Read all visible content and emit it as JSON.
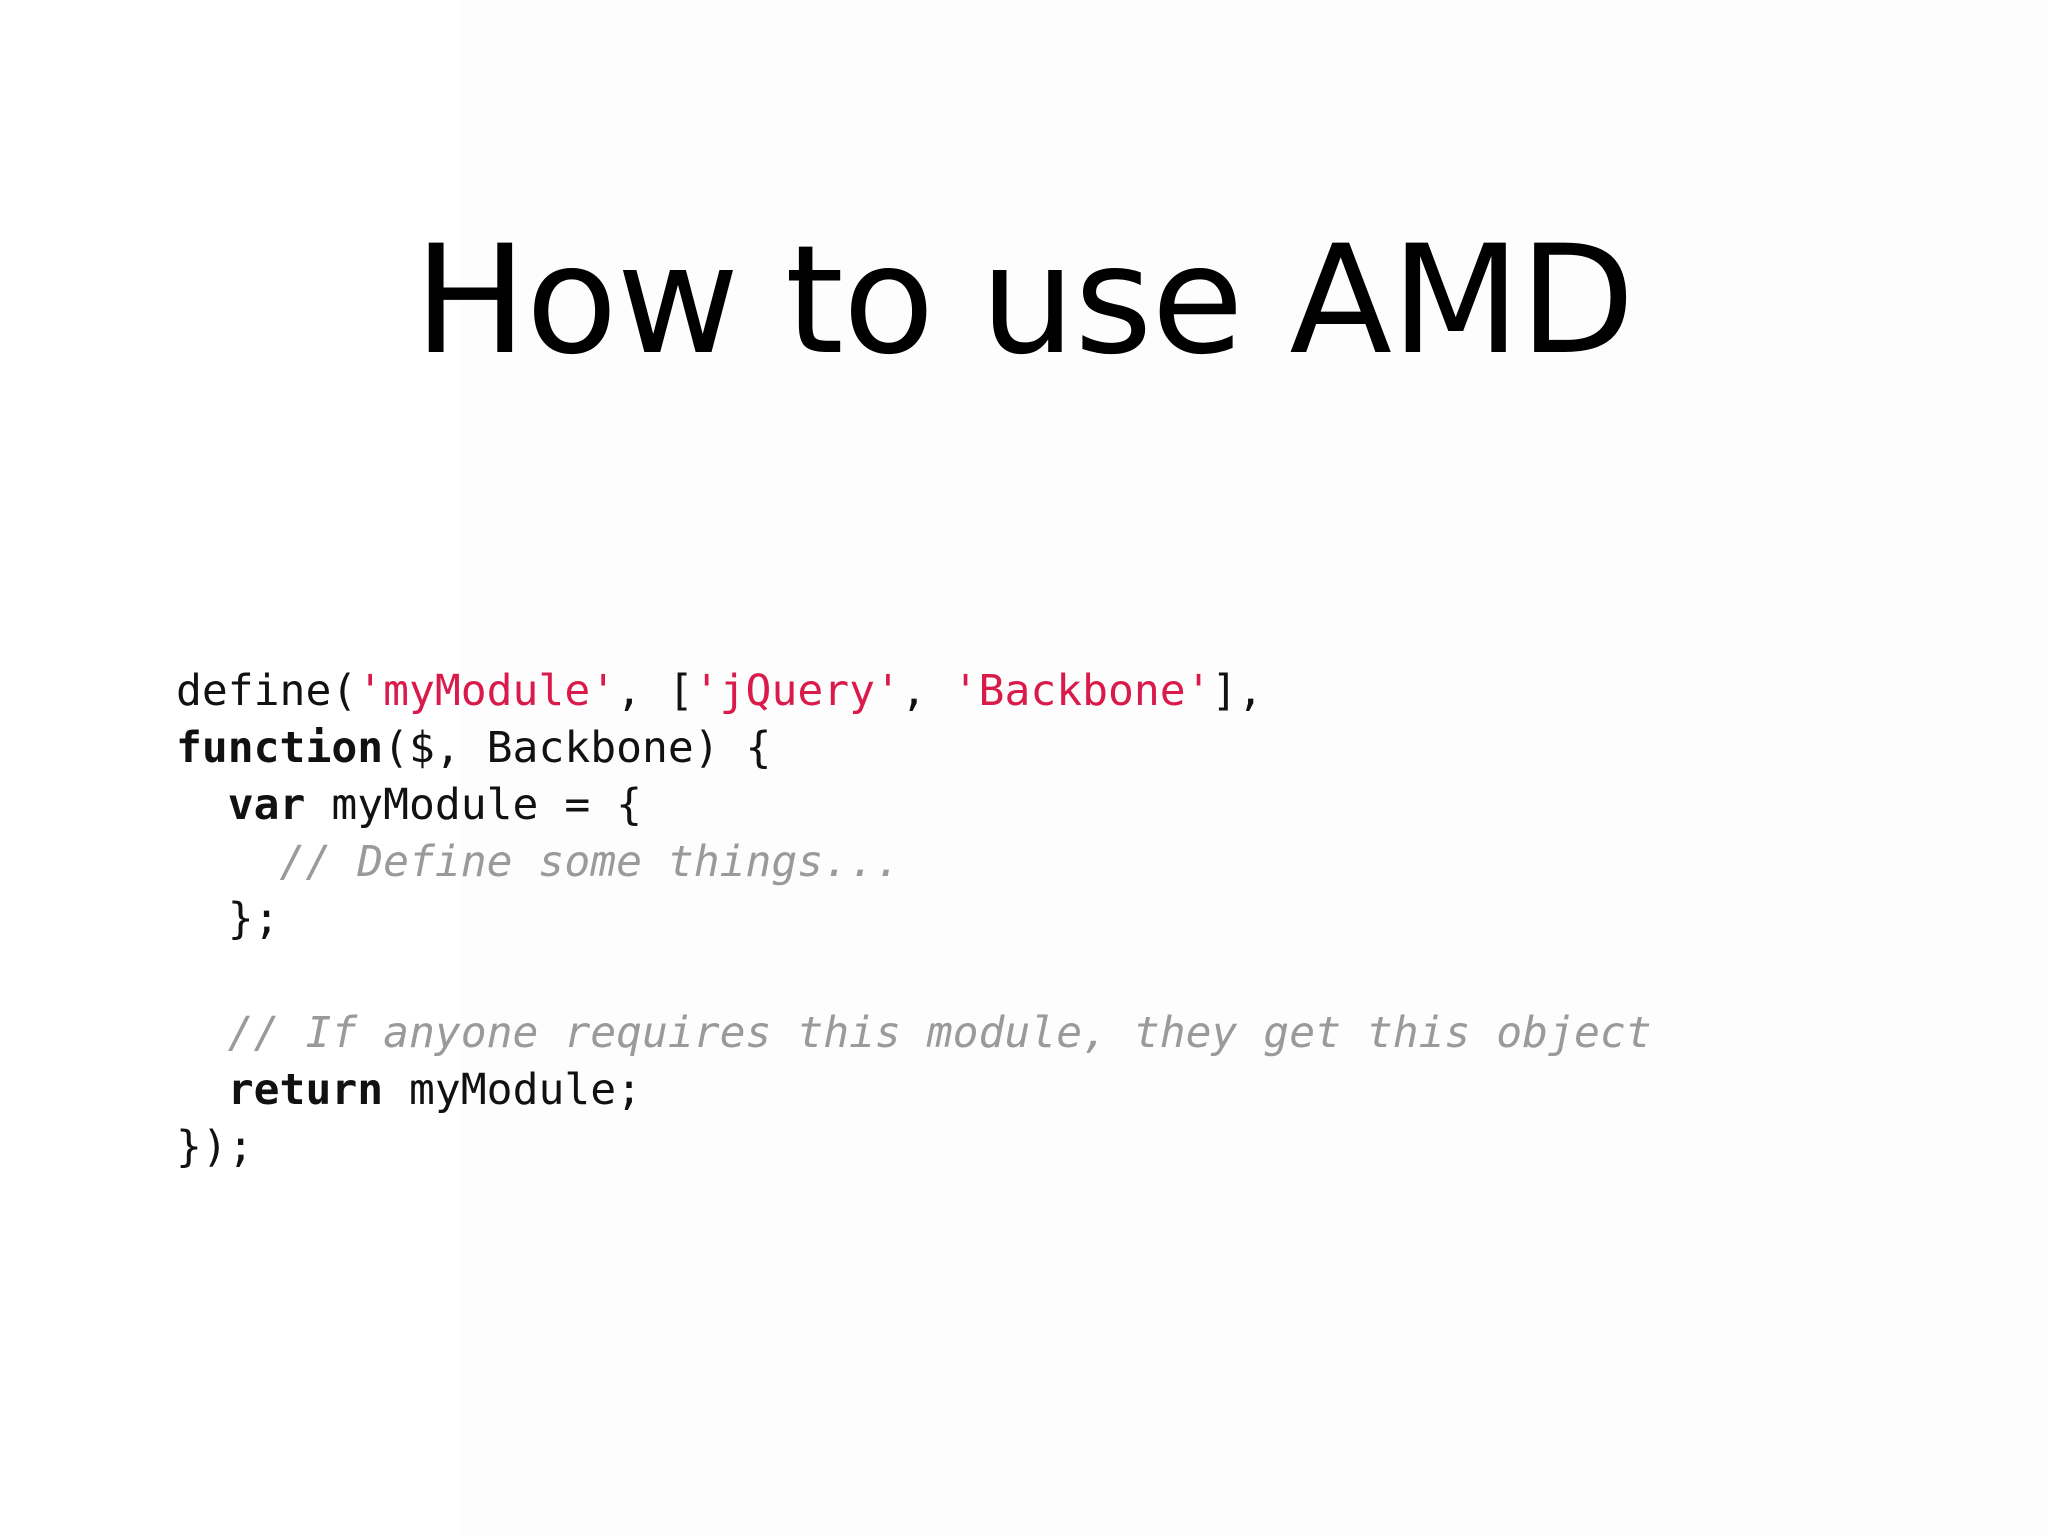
{
  "slide": {
    "title": "How to use AMD",
    "background_color": "#ffffff",
    "panel_color": "#fdfdfd"
  },
  "colors": {
    "text": "#111111",
    "string": "#d81b4a",
    "comment": "#9a9a9a",
    "title": "#000000"
  },
  "code": {
    "language": "javascript",
    "full_text": "define('myModule', ['jQuery', 'Backbone'],\nfunction($, Backbone) {\n  var myModule = {\n    // Define some things...\n  };\n\n  // If anyone requires this module, they get this object\n  return myModule;\n});",
    "lines": [
      {
        "id": "line-1",
        "tokens": [
          {
            "kind": "plain",
            "text": "define("
          },
          {
            "kind": "str",
            "text": "'myModule'"
          },
          {
            "kind": "plain",
            "text": ", ["
          },
          {
            "kind": "str",
            "text": "'jQuery'"
          },
          {
            "kind": "plain",
            "text": ", "
          },
          {
            "kind": "str",
            "text": "'Backbone'"
          },
          {
            "kind": "plain",
            "text": "],"
          }
        ]
      },
      {
        "id": "line-2",
        "tokens": [
          {
            "kind": "kw",
            "text": "function"
          },
          {
            "kind": "plain",
            "text": "($, Backbone) {"
          }
        ]
      },
      {
        "id": "line-3",
        "tokens": [
          {
            "kind": "plain",
            "text": "  "
          },
          {
            "kind": "kw",
            "text": "var"
          },
          {
            "kind": "plain",
            "text": " myModule = {"
          }
        ]
      },
      {
        "id": "line-4",
        "tokens": [
          {
            "kind": "comment",
            "text": "    // Define some things..."
          }
        ]
      },
      {
        "id": "line-5",
        "tokens": [
          {
            "kind": "plain",
            "text": "  };"
          }
        ]
      },
      {
        "id": "line-6",
        "tokens": [
          {
            "kind": "plain",
            "text": ""
          }
        ]
      },
      {
        "id": "line-7",
        "tokens": [
          {
            "kind": "comment",
            "text": "  // If anyone requires this module, they get this object"
          }
        ]
      },
      {
        "id": "line-8",
        "tokens": [
          {
            "kind": "plain",
            "text": "  "
          },
          {
            "kind": "kw",
            "text": "return"
          },
          {
            "kind": "plain",
            "text": " myModule;"
          }
        ]
      },
      {
        "id": "line-9",
        "tokens": [
          {
            "kind": "plain",
            "text": "});"
          }
        ]
      }
    ]
  }
}
